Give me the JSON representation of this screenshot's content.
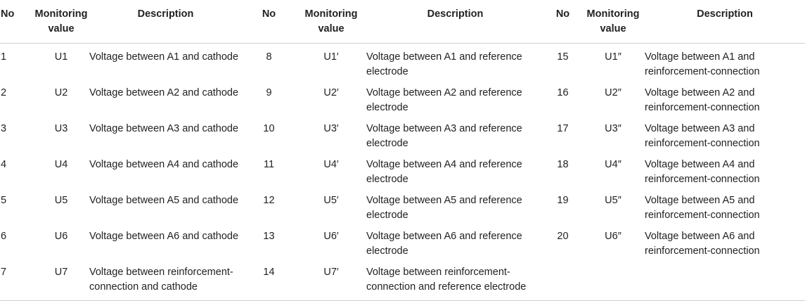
{
  "headers": [
    "No",
    "Monitoring value",
    "Description",
    "No",
    "Monitoring value",
    "Description",
    "No",
    "Monitoring value",
    "Description"
  ],
  "rows": [
    [
      "1",
      "U1",
      "Voltage between A1 and cathode",
      "8",
      "U1′",
      "Voltage between A1 and reference electrode",
      "15",
      "U1″",
      "Voltage between A1 and reinforcement-connection"
    ],
    [
      "2",
      "U2",
      "Voltage between A2 and cathode",
      "9",
      "U2′",
      "Voltage between A2 and reference electrode",
      "16",
      "U2″",
      "Voltage between A2 and reinforcement-connection"
    ],
    [
      "3",
      "U3",
      "Voltage between A3 and cathode",
      "10",
      "U3′",
      "Voltage between A3 and reference electrode",
      "17",
      "U3″",
      "Voltage between A3 and reinforcement-connection"
    ],
    [
      "4",
      "U4",
      "Voltage between A4 and cathode",
      "11",
      "U4′",
      "Voltage between A4 and reference electrode",
      "18",
      "U4″",
      "Voltage between A4 and reinforcement-connection"
    ],
    [
      "5",
      "U5",
      "Voltage between A5 and cathode",
      "12",
      "U5′",
      "Voltage between A5 and reference electrode",
      "19",
      "U5″",
      "Voltage between A5 and reinforcement-connection"
    ],
    [
      "6",
      "U6",
      "Voltage between A6 and cathode",
      "13",
      "U6′",
      "Voltage between A6 and reference electrode",
      "20",
      "U6″",
      "Voltage between A6 and reinforcement-connection"
    ],
    [
      "7",
      "U7",
      "Voltage between reinforcement-connection and cathode",
      "14",
      "U7′",
      "Voltage between reinforcement-connection and reference electrode",
      "",
      "",
      ""
    ]
  ]
}
